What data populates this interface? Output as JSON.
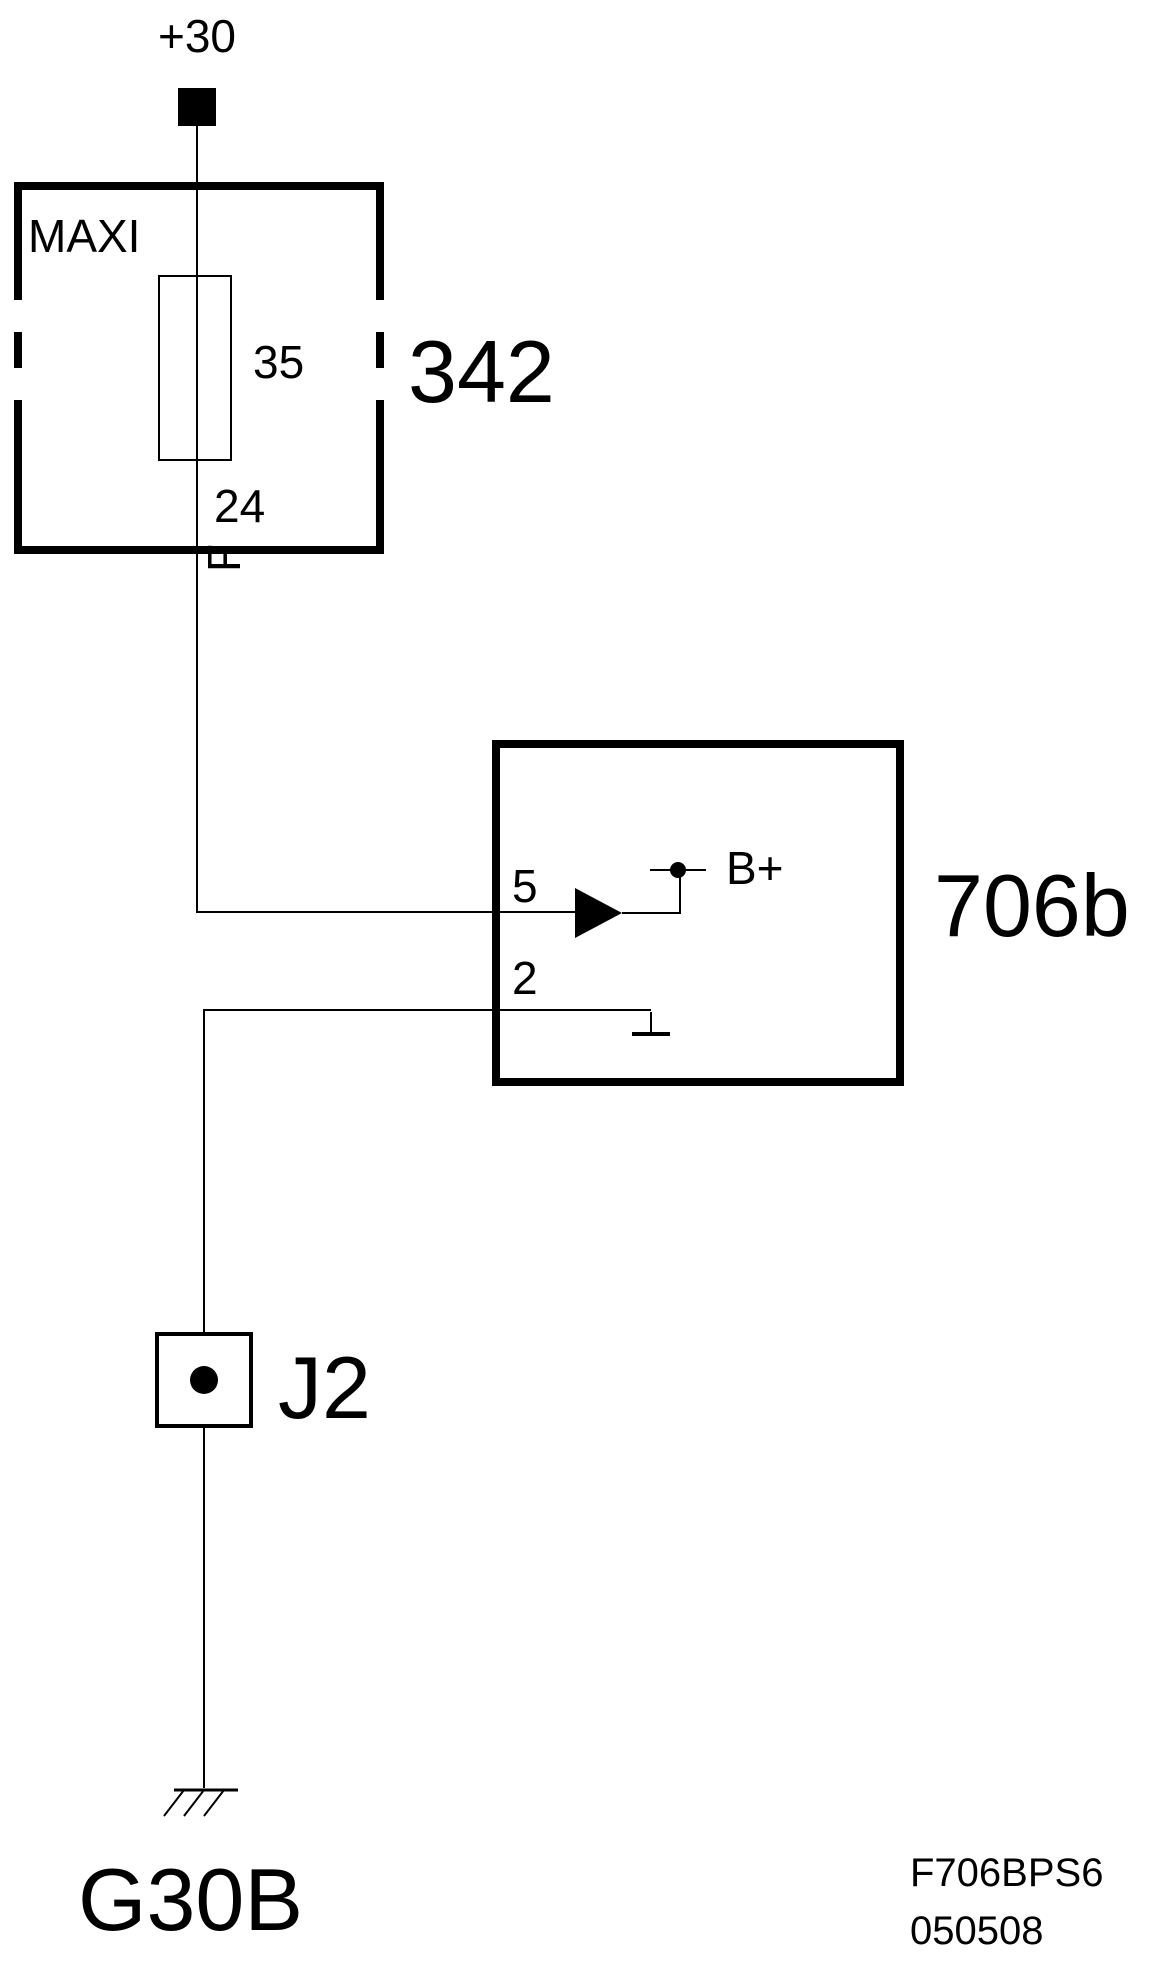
{
  "supply": {
    "label": "+30"
  },
  "fuse_box": {
    "id": "342",
    "type_label": "MAXI",
    "fuse_rating": "35",
    "fuse_pin": "24",
    "wire_color": "F"
  },
  "module": {
    "id": "706b",
    "pin_5": "5",
    "pin_2": "2",
    "power_label": "B+"
  },
  "connector": {
    "id": "J2"
  },
  "ground": {
    "id": "G30B"
  },
  "footer": {
    "code_line_1": "F706BPS6",
    "code_line_2": "050508"
  },
  "colors": {
    "line": "#000000",
    "background": "#ffffff"
  }
}
